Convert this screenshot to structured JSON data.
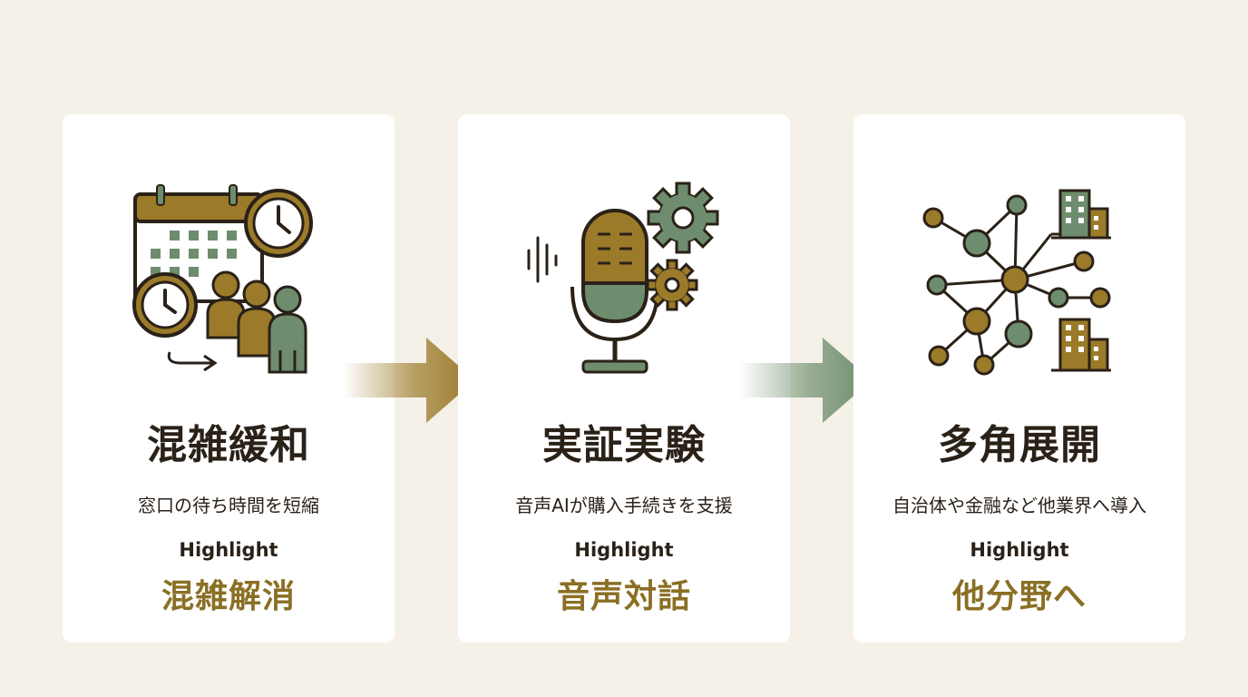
{
  "colors": {
    "gold": "#9b7b2a",
    "green": "#6e8d6e",
    "dark": "#2a2118",
    "accent_text": "#8a6f24",
    "background": "#f5f1e8"
  },
  "steps": [
    {
      "icon": "calendar-clock-people-icon",
      "title": "混雑緩和",
      "description": "窓口の待ち時間を短縮",
      "highlight_label": "Highlight",
      "highlight_value": "混雑解消"
    },
    {
      "icon": "microphone-gears-icon",
      "title": "実証実験",
      "description": "音声AIが購入手続きを支援",
      "highlight_label": "Highlight",
      "highlight_value": "音声対話"
    },
    {
      "icon": "network-buildings-icon",
      "title": "多角展開",
      "description": "自治体や金融など他業界へ導入",
      "highlight_label": "Highlight",
      "highlight_value": "他分野へ"
    }
  ],
  "connectors": [
    {
      "icon": "arrow-right-icon",
      "color": "#9b7b2a"
    },
    {
      "icon": "arrow-right-icon",
      "color": "#6e8d6e"
    }
  ]
}
